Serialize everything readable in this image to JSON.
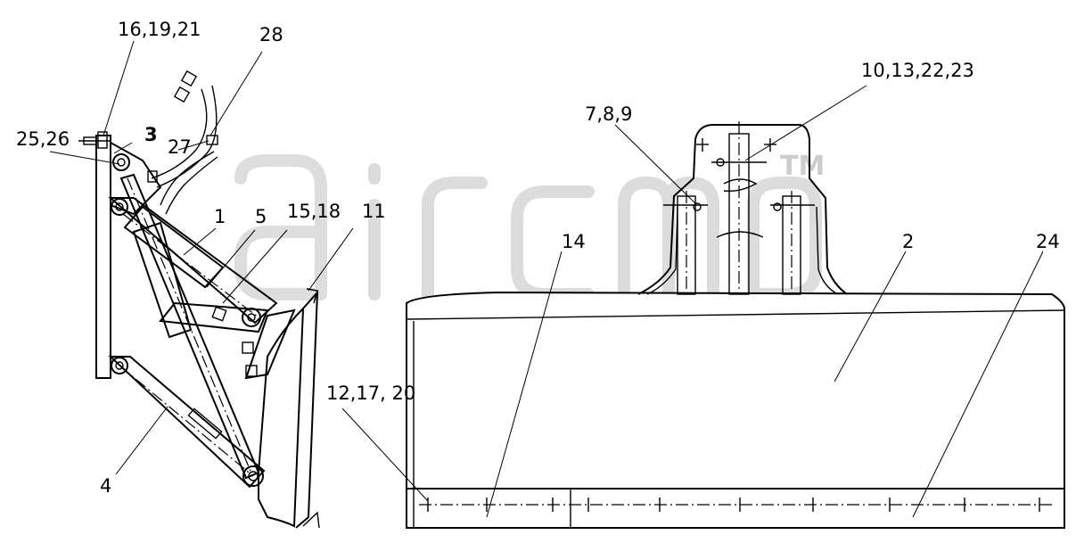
{
  "watermark": {
    "brand": "aircmp",
    "trademark": "TM"
  },
  "callouts": {
    "c_16_19_21": "16,19,21",
    "c_28": "28",
    "c_25_26": "25,26",
    "c_3": "3",
    "c_27": "27",
    "c_1": "1",
    "c_5": "5",
    "c_15_18": "15,18",
    "c_11": "11",
    "c_4": "4",
    "c_7_8_9": "7,8,9",
    "c_10_13_22_23": "10,13,22,23",
    "c_14": "14",
    "c_2": "2",
    "c_24": "24",
    "c_12_17_20": "12,17, 20"
  },
  "colors": {
    "line": "#000000",
    "watermark": "#d9d9d9",
    "background": "#ffffff"
  }
}
